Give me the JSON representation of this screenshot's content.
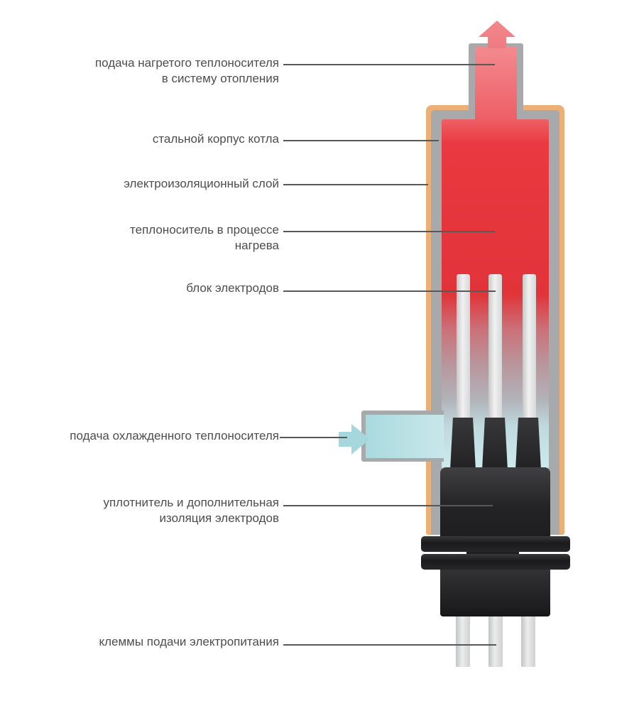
{
  "diagram": {
    "type": "electrode-boiler-schematic",
    "labels": [
      {
        "id": "heated-coolant-supply",
        "lines": [
          "подача нагретого теплоносителя",
          "в систему отопления"
        ]
      },
      {
        "id": "steel-body",
        "lines": [
          "стальной корпус котла"
        ]
      },
      {
        "id": "insulation-layer",
        "lines": [
          "электроизоляционный слой"
        ]
      },
      {
        "id": "coolant-heating",
        "lines": [
          "теплоноситель в процессе",
          "нагрева"
        ]
      },
      {
        "id": "electrode-block",
        "lines": [
          "блок электродов"
        ]
      },
      {
        "id": "cooled-coolant-supply",
        "lines": [
          "подача охлажденного теплоносителя"
        ]
      },
      {
        "id": "electrode-seal",
        "lines": [
          "уплотнитель и дополнительная",
          "изоляция электродов"
        ]
      },
      {
        "id": "power-terminals",
        "lines": [
          "клеммы подачи электропитания"
        ]
      }
    ],
    "icons": [
      {
        "name": "hot-flow-arrow",
        "shape": "up-arrow",
        "color": "#f2878c"
      },
      {
        "name": "cold-flow-arrow",
        "shape": "right-arrow",
        "color": "#a5d7dd"
      }
    ],
    "colors": {
      "hot_coolant": "#e93338",
      "hot_arrow": "#f2878c",
      "cold_coolant": "#a5d7dd",
      "steel_shell": "#a7a9ab",
      "insulation_layer": "#ecb077",
      "electrode_rod": "#eeeeef",
      "sealant_black": "#232325",
      "terminal_pin": "#d9dadb",
      "label_text": "#4d4d4f",
      "leader_line": "#58585a",
      "background": "#ffffff"
    }
  }
}
